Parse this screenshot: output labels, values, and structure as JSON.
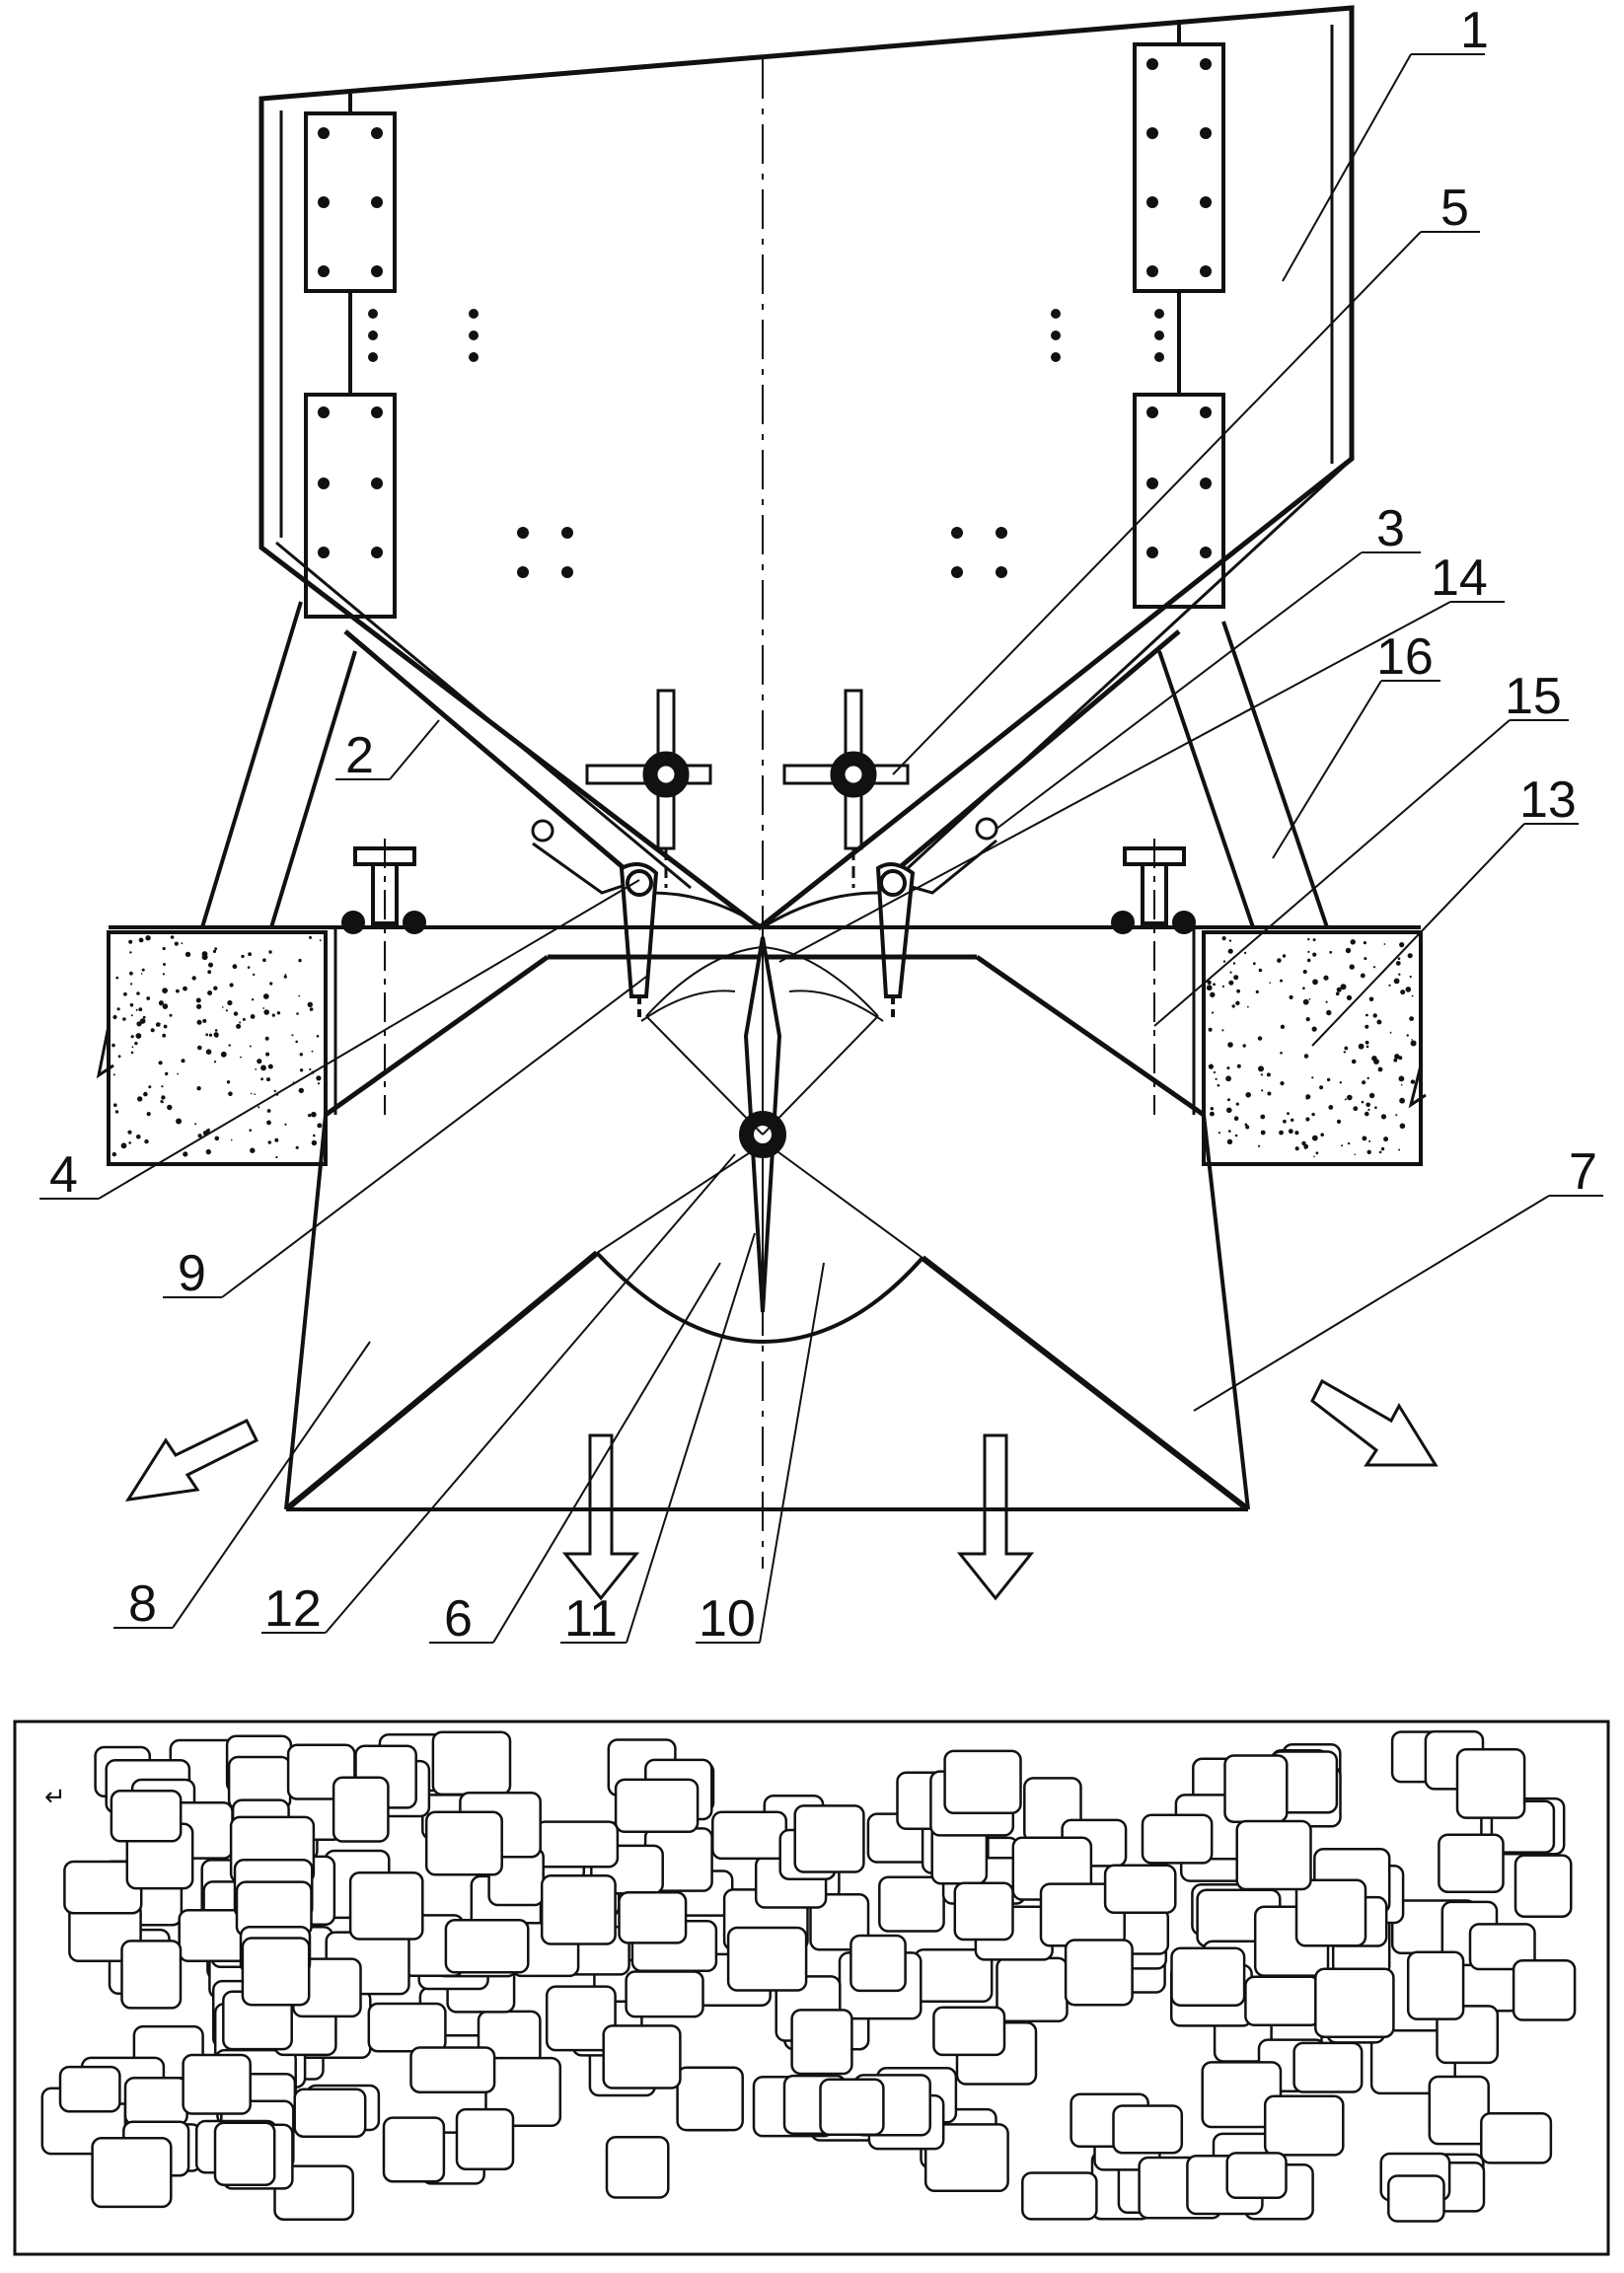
{
  "callouts": {
    "c1": "1",
    "c2": "2",
    "c3": "3",
    "c4": "4",
    "c5": "5",
    "c6": "6",
    "c7": "7",
    "c8": "8",
    "c9": "9",
    "c10": "10",
    "c11": "11",
    "c12": "12",
    "c13": "13",
    "c14": "14",
    "c15": "15",
    "c16": "16"
  },
  "stray_marks": {
    "return_glyph": "↵"
  },
  "colors": {
    "ink": "#111111",
    "paper": "#ffffff",
    "aggregate_fill": "#ffffff"
  }
}
